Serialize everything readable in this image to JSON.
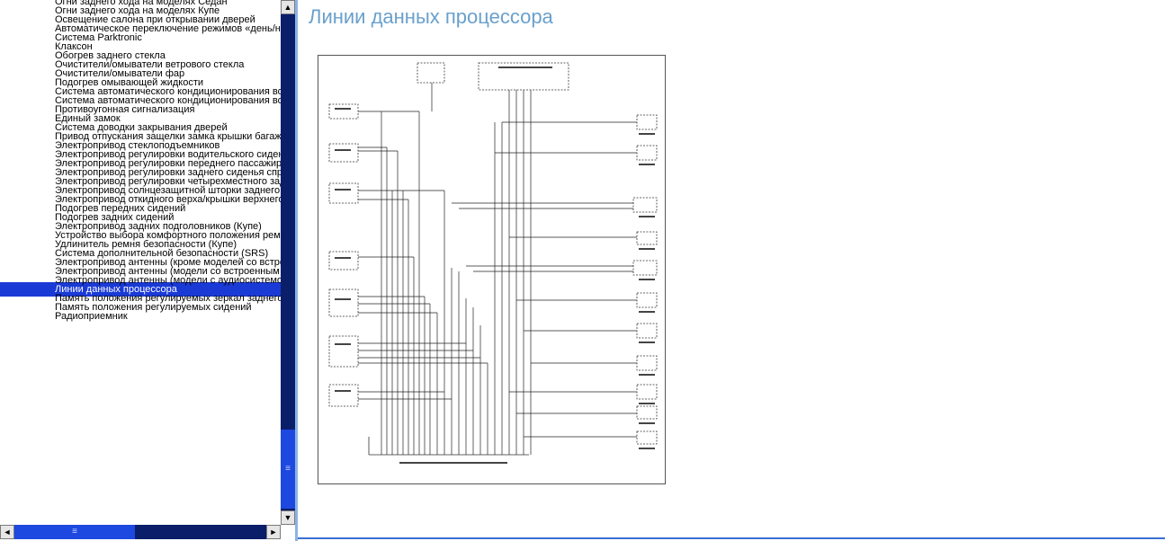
{
  "sidebar": {
    "items": [
      {
        "label": "Огни заднего хода на моделях Седан"
      },
      {
        "label": "Огни заднего хода на моделях Купе"
      },
      {
        "label": "Освещение салона при открывании дверей"
      },
      {
        "label": "Автоматическое переключение режимов «день/ночь»"
      },
      {
        "label": "Система Parktronic"
      },
      {
        "label": "Клаксон"
      },
      {
        "label": "Обогрев заднего стекла"
      },
      {
        "label": "Очистители/омыватели ветрового стекла"
      },
      {
        "label": "Очистители/омыватели фар"
      },
      {
        "label": "Подогрев омывающей жидкости"
      },
      {
        "label": "Система автоматического кондиционирования воздуха"
      },
      {
        "label": "Система автоматического кондиционирования воздуха"
      },
      {
        "label": "Противоугонная сигнализация"
      },
      {
        "label": "Единый замок"
      },
      {
        "label": "Система доводки закрывания дверей"
      },
      {
        "label": "Привод отпускания защелки замка крышки багажника"
      },
      {
        "label": "Электропривод стеклоподъемников"
      },
      {
        "label": "Электропривод регулировки водительского сиденья"
      },
      {
        "label": "Электропривод регулировки переднего пассажирского сиденья"
      },
      {
        "label": "Электропривод регулировки заднего сиденья справа"
      },
      {
        "label": "Электропривод регулировки четырехместного заднего сиденья"
      },
      {
        "label": "Электропривод солнцезащитной шторки заднего стекла"
      },
      {
        "label": "Электропривод откидного верха/крышки верхнего люка"
      },
      {
        "label": "Подогрев передних сидений"
      },
      {
        "label": "Подогрев задних сидений"
      },
      {
        "label": "Электропривод задних подголовников (Купе)"
      },
      {
        "label": "Устройство выбора комфортного положения ремня"
      },
      {
        "label": "Удлинитель ремня безопасности (Купе)"
      },
      {
        "label": "Система дополнительной безопасности (SRS)"
      },
      {
        "label": "Электропривод антенны (кроме моделей со встроенным телефоном)"
      },
      {
        "label": "Электропривод антенны (модели со встроенным телефоном)"
      },
      {
        "label": "Электропривод антенны (модели с аудиосистемой)"
      },
      {
        "label": "Линии данных процессора",
        "selected": true
      },
      {
        "label": "Память положения регулируемых зеркал заднего вида"
      },
      {
        "label": "Память положения регулируемых сидений"
      },
      {
        "label": "Радиоприемник"
      }
    ]
  },
  "scroll": {
    "up_glyph": "▲",
    "down_glyph": "▼",
    "left_glyph": "◄",
    "right_glyph": "►",
    "grip_glyph": "≡"
  },
  "content": {
    "title": "Линии данных процессора"
  },
  "colors": {
    "selected_bg": "#1a3ad6",
    "scroll_track": "#0a1e6a",
    "scroll_thumb": "#1d49e0",
    "title": "#6aa0cc",
    "divider": "#8db3e6"
  }
}
